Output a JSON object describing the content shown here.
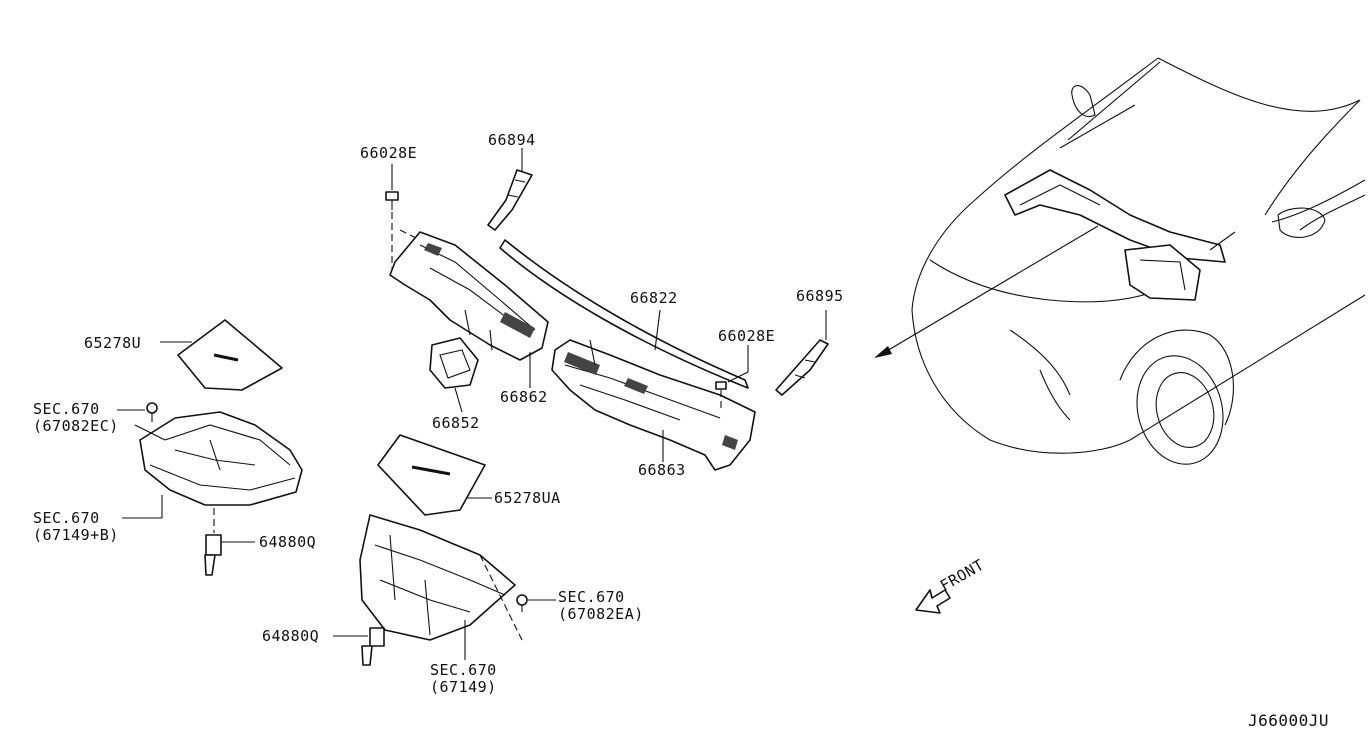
{
  "diagram_code": "J66000JU",
  "labels": {
    "p66028E_top": "66028E",
    "p66894": "66894",
    "p66822": "66822",
    "p66028E_right": "66028E",
    "p66895": "66895",
    "p65278U": "65278U",
    "sec670_a": "SEC.670",
    "sec670_a_ref": "(67082EC)",
    "sec670_b": "SEC.670",
    "sec670_b_ref": "(67149+B)",
    "p64880Q_a": "64880Q",
    "p66852": "66852",
    "p66862": "66862",
    "p66863": "66863",
    "p65278UA": "65278UA",
    "sec670_c": "SEC.670",
    "sec670_c_ref": "(67082EA)",
    "p64880Q_b": "64880Q",
    "sec670_d": "SEC.670",
    "sec670_d_ref": "(67149)",
    "front": "FRONT"
  }
}
